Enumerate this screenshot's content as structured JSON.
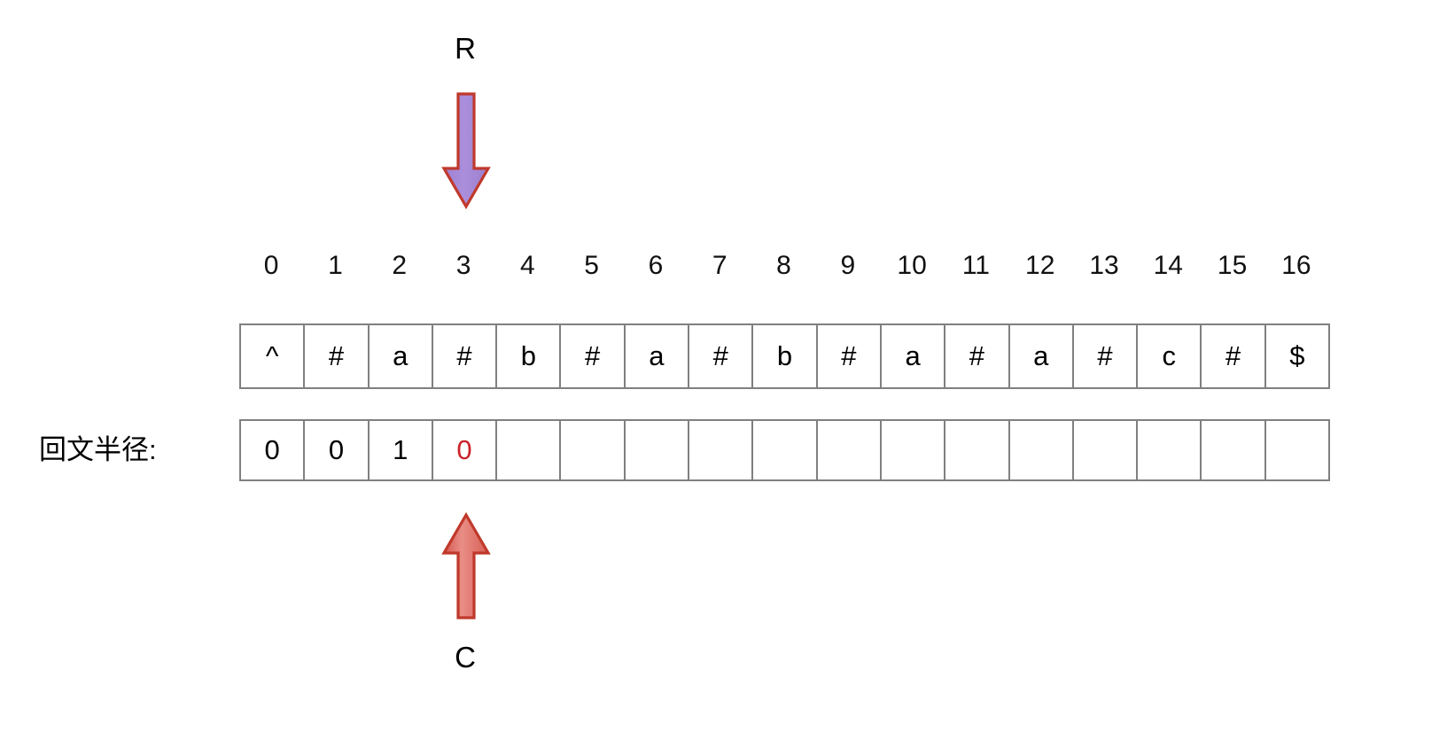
{
  "diagram": {
    "title": "Manacher palindrome radius visualization",
    "background_color": "#ffffff"
  },
  "markers": {
    "right_boundary": {
      "label": "R",
      "icon": "arrow-down-icon",
      "points_to_index": 3,
      "fill_color": "#a68ad4",
      "stroke_color": "#c0392b",
      "direction": "down"
    },
    "center": {
      "label": "C",
      "icon": "arrow-up-icon",
      "points_to_index": 3,
      "fill_color": "#e0756c",
      "stroke_color": "#c0392b",
      "direction": "up"
    }
  },
  "index_row": {
    "name": "index-header",
    "values": [
      "0",
      "1",
      "2",
      "3",
      "4",
      "5",
      "6",
      "7",
      "8",
      "9",
      "10",
      "11",
      "12",
      "13",
      "14",
      "15",
      "16"
    ]
  },
  "string_row": {
    "name": "transformed-string",
    "cells": [
      "^",
      "#",
      "a",
      "#",
      "b",
      "#",
      "a",
      "#",
      "b",
      "#",
      "a",
      "#",
      "a",
      "#",
      "c",
      "#",
      "$"
    ]
  },
  "radius_row": {
    "label": "回文半径:",
    "name": "palindrome-radius",
    "highlight_color": "#cc2229",
    "highlight_index": 3,
    "cells": [
      "0",
      "0",
      "1",
      "0",
      "",
      "",
      "",
      "",
      "",
      "",
      "",
      "",
      "",
      "",
      "",
      "",
      ""
    ]
  }
}
